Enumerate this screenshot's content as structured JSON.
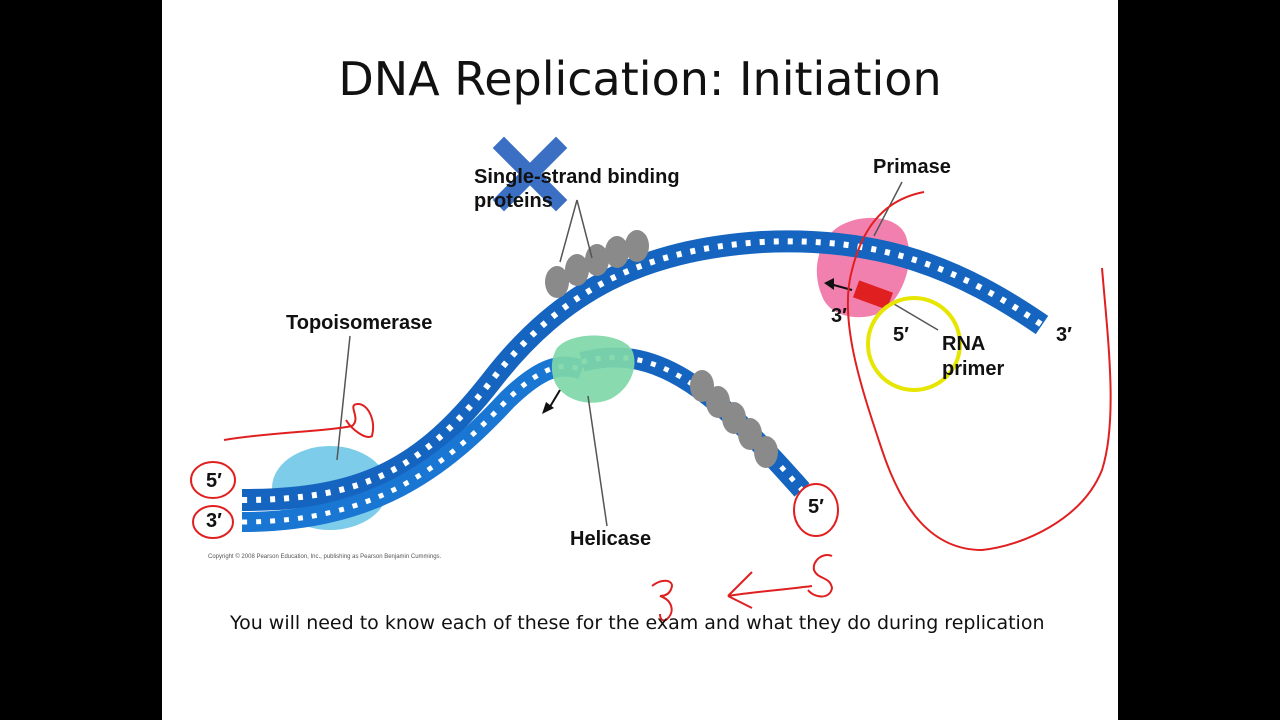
{
  "slide": {
    "title": "DNA Replication: Initiation",
    "caption": "You will need to know each of these for the exam and what they do during replication",
    "copyright": "Copyright © 2008 Pearson Education, Inc., publishing as Pearson Benjamin Cummings."
  },
  "labels": {
    "ssb_line1": "Single-strand binding",
    "ssb_line2": "proteins",
    "primase": "Primase",
    "topoisomerase": "Topoisomerase",
    "helicase": "Helicase",
    "rna_line1": "RNA",
    "rna_line2": "primer",
    "left_5": "5′",
    "left_3": "3′",
    "fork_5": "5′",
    "right_3": "3′",
    "primer_3": "3′",
    "primer_5": "5′"
  },
  "colors": {
    "dna_blue": "#1565c0",
    "dna_dark": "#0d47a1",
    "topoisomerase": "#6ec6e8",
    "helicase": "#7fd8a8",
    "primase": "#f06aa0",
    "ssb": "#8a8a8a",
    "rna_primer": "#e02020",
    "annotation_red": "#e02020",
    "annotation_yellow": "#e6e600",
    "annotation_blue_x": "#3a6fc4"
  },
  "annotations": {
    "handwritten_5": "5",
    "handwritten_3": "3"
  }
}
